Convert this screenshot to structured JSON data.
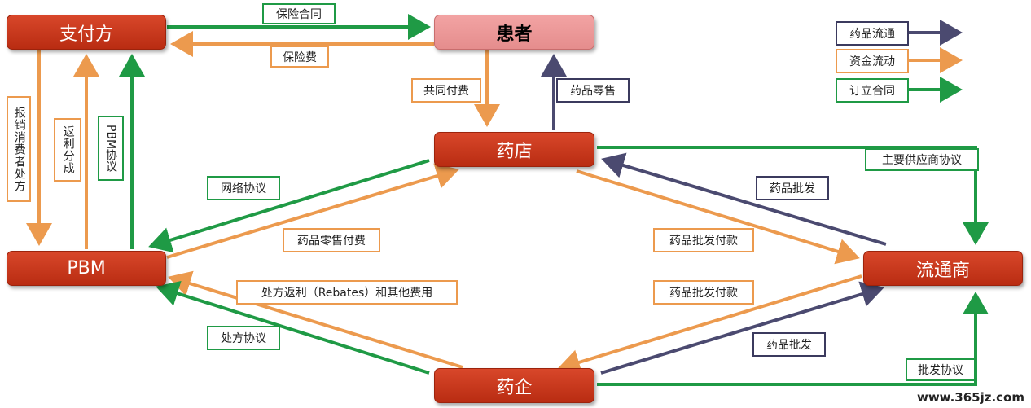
{
  "nodes": {
    "payer": "支付方",
    "patient": "患者",
    "pharmacy": "药店",
    "pbm": "PBM",
    "distributor": "流通商",
    "pharma": "药企"
  },
  "labels": {
    "insurance_contract": "保险合同",
    "premium": "保险费",
    "copay": "共同付费",
    "drug_retail": "药品零售",
    "reimbursement": "报销消费者处方",
    "rebate_share": "返利分成",
    "pbm_agreement": "PBM协议",
    "network_agreement": "网络协议",
    "retail_payment": "药品零售付费",
    "rebates_fees": "处方返利（Rebates）和其他费用",
    "prescription_agreement": "处方协议",
    "primary_supplier": "主要供应商协议",
    "wholesale_1": "药品批发",
    "wholesale_payment_1": "药品批发付款",
    "wholesale_payment_2": "药品批发付款",
    "wholesale_2": "药品批发",
    "wholesale_agreement": "批发协议"
  },
  "legend": [
    {
      "label": "药品流通",
      "color": "#4b4a70",
      "box_color": "#3b3a5e"
    },
    {
      "label": "资金流动",
      "color": "#ec9a4e",
      "box_color": "#ec9a4e"
    },
    {
      "label": "订立合同",
      "color": "#1f9a45",
      "box_color": "#1f9a45"
    }
  ],
  "watermark": "www.365jz.com"
}
